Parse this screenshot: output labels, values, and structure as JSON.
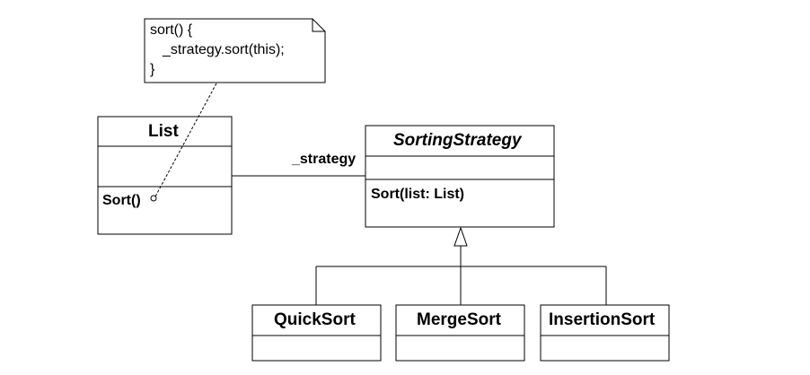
{
  "note": {
    "line1": "sort() {",
    "line2": "_strategy.sort(this);",
    "line3": "}"
  },
  "classes": {
    "list": {
      "name": "List",
      "operation": "Sort()"
    },
    "sorting_strategy": {
      "name": "SortingStrategy",
      "operation": "Sort(list: List)"
    },
    "quick_sort": {
      "name": "QuickSort"
    },
    "merge_sort": {
      "name": "MergeSort"
    },
    "insertion_sort": {
      "name": "InsertionSort"
    }
  },
  "association": {
    "role_label": "_strategy"
  }
}
